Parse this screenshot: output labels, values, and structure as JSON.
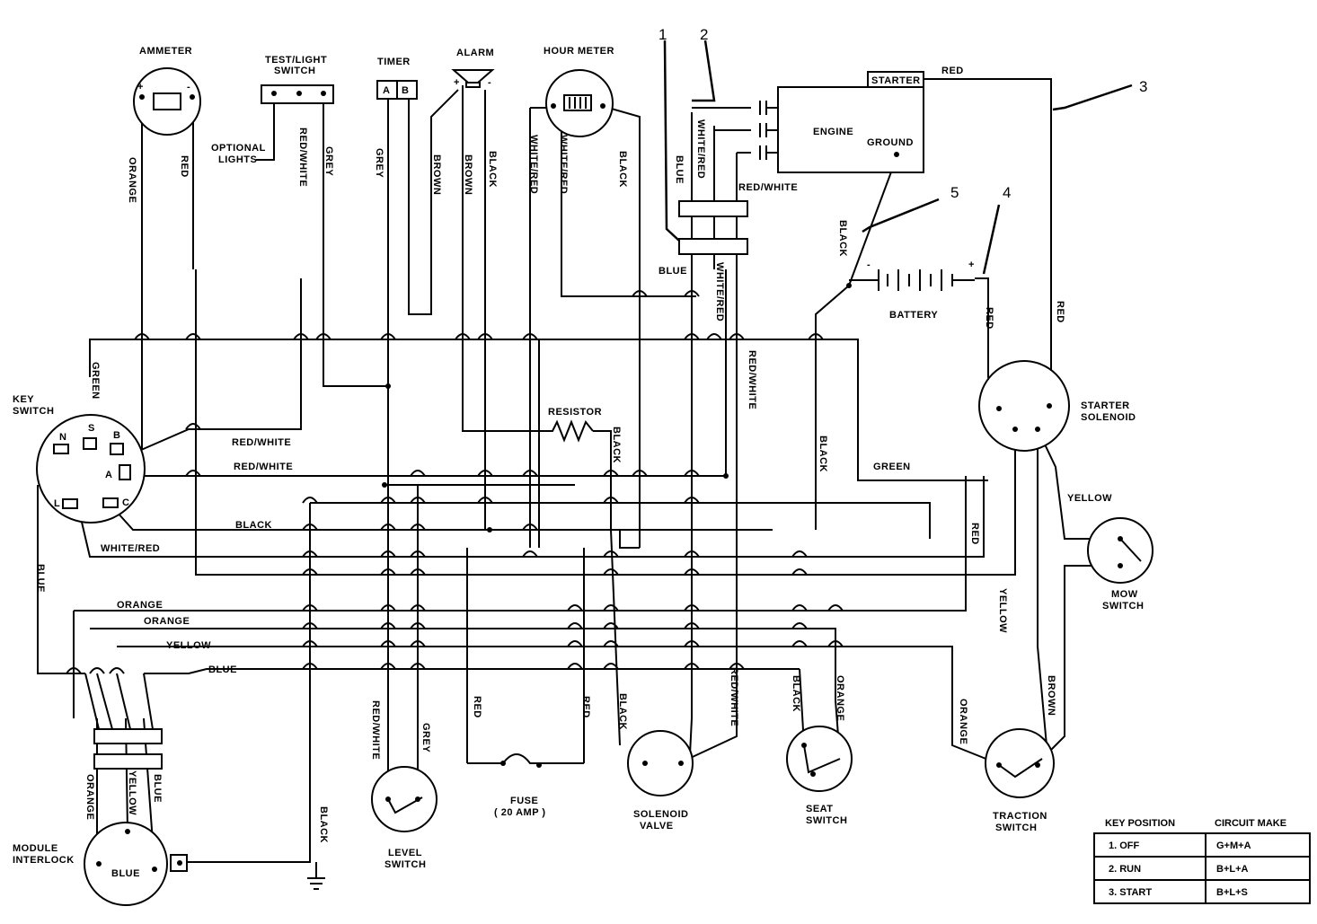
{
  "components": {
    "ammeter": "AMMETER",
    "test_light_switch_l1": "TEST/LIGHT",
    "test_light_switch_l2": "SWITCH",
    "timer": "TIMER",
    "alarm": "ALARM",
    "hour_meter": "HOUR METER",
    "optional_lights_l1": "OPTIONAL",
    "optional_lights_l2": "LIGHTS",
    "engine": "ENGINE",
    "starter": "STARTER",
    "ground": "GROUND",
    "battery": "BATTERY",
    "key_switch_l1": "KEY",
    "key_switch_l2": "SWITCH",
    "starter_solenoid_l1": "STARTER",
    "starter_solenoid_l2": "SOLENOID",
    "mow_switch_l1": "MOW",
    "mow_switch_l2": "SWITCH",
    "resistor": "RESISTOR",
    "fuse_l1": "FUSE",
    "fuse_l2": "( 20 AMP )",
    "solenoid_valve_l1": "SOLENOID",
    "solenoid_valve_l2": "VALVE",
    "seat_switch_l1": "SEAT",
    "seat_switch_l2": "SWITCH",
    "traction_switch_l1": "TRACTION",
    "traction_switch_l2": "SWITCH",
    "level_switch_l1": "LEVEL",
    "level_switch_l2": "SWITCH",
    "module_interlock_l1": "MODULE",
    "module_interlock_l2": "INTERLOCK",
    "module_blue": "BLUE"
  },
  "terminals": {
    "ks_n": "N",
    "ks_s": "S",
    "ks_b": "B",
    "ks_a": "A",
    "ks_l": "L",
    "ks_c": "C",
    "timer_a": "A",
    "timer_b": "B",
    "plus": "+",
    "minus": "-"
  },
  "callouts": {
    "c1": "1",
    "c2": "2",
    "c3": "3",
    "c4": "4",
    "c5": "5"
  },
  "wires": {
    "orange": "ORANGE",
    "red": "RED",
    "red_white": "RED/WHITE",
    "grey": "GREY",
    "brown": "BROWN",
    "black": "BLACK",
    "white_red": "WHITE/RED",
    "blue": "BLUE",
    "green": "GREEN",
    "yellow": "YELLOW"
  },
  "key_table": {
    "col1": "KEY POSITION",
    "col2": "CIRCUIT MAKE",
    "rows": [
      {
        "pos": "1.  OFF",
        "make": "G+M+A"
      },
      {
        "pos": "2.  RUN",
        "make": "B+L+A"
      },
      {
        "pos": "3.  START",
        "make": "B+L+S"
      }
    ]
  }
}
